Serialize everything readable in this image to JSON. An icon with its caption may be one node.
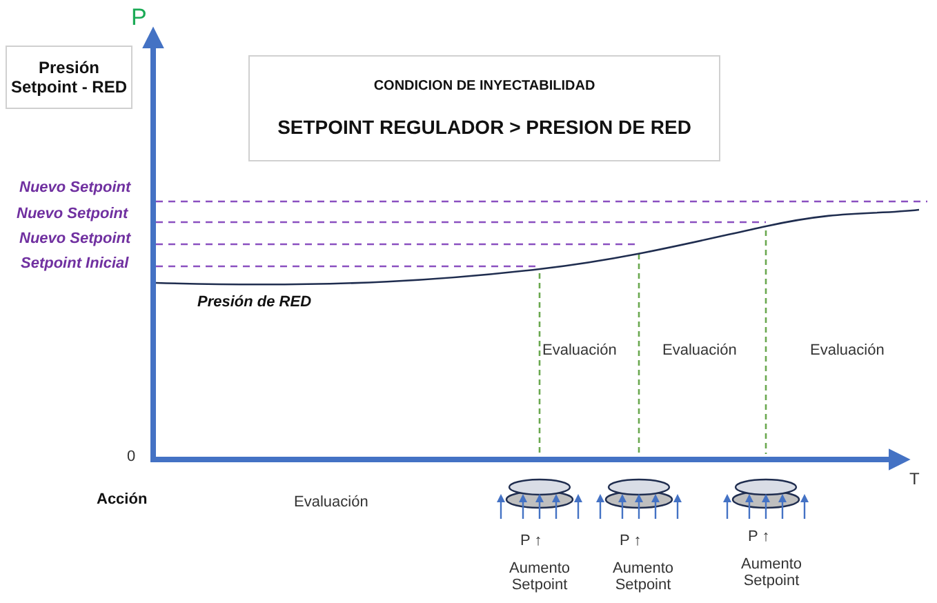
{
  "diagram": {
    "nodes": [
      {
        "text": [
          "Presión Setpoint - RED"
        ]
      },
      {
        "text": [
          "CONDICION DE INYECTABILIDAD",
          "SETPOINT REGULADOR > PRESION DE RED"
        ]
      }
    ],
    "labels": [
      "P",
      "Nuevo Setpoint",
      "Nuevo Setpoint",
      "Nuevo Setpoint",
      "Setpoint Inicial",
      "Presión de RED",
      "Evaluación",
      "Evaluación",
      "Evaluación",
      "0",
      "T",
      "Acción",
      "Evaluación",
      "P ↑",
      "P ↑",
      "P ↑",
      "Aumento Setpoint",
      "Aumento Setpoint",
      "Aumento Setpoint"
    ]
  }
}
